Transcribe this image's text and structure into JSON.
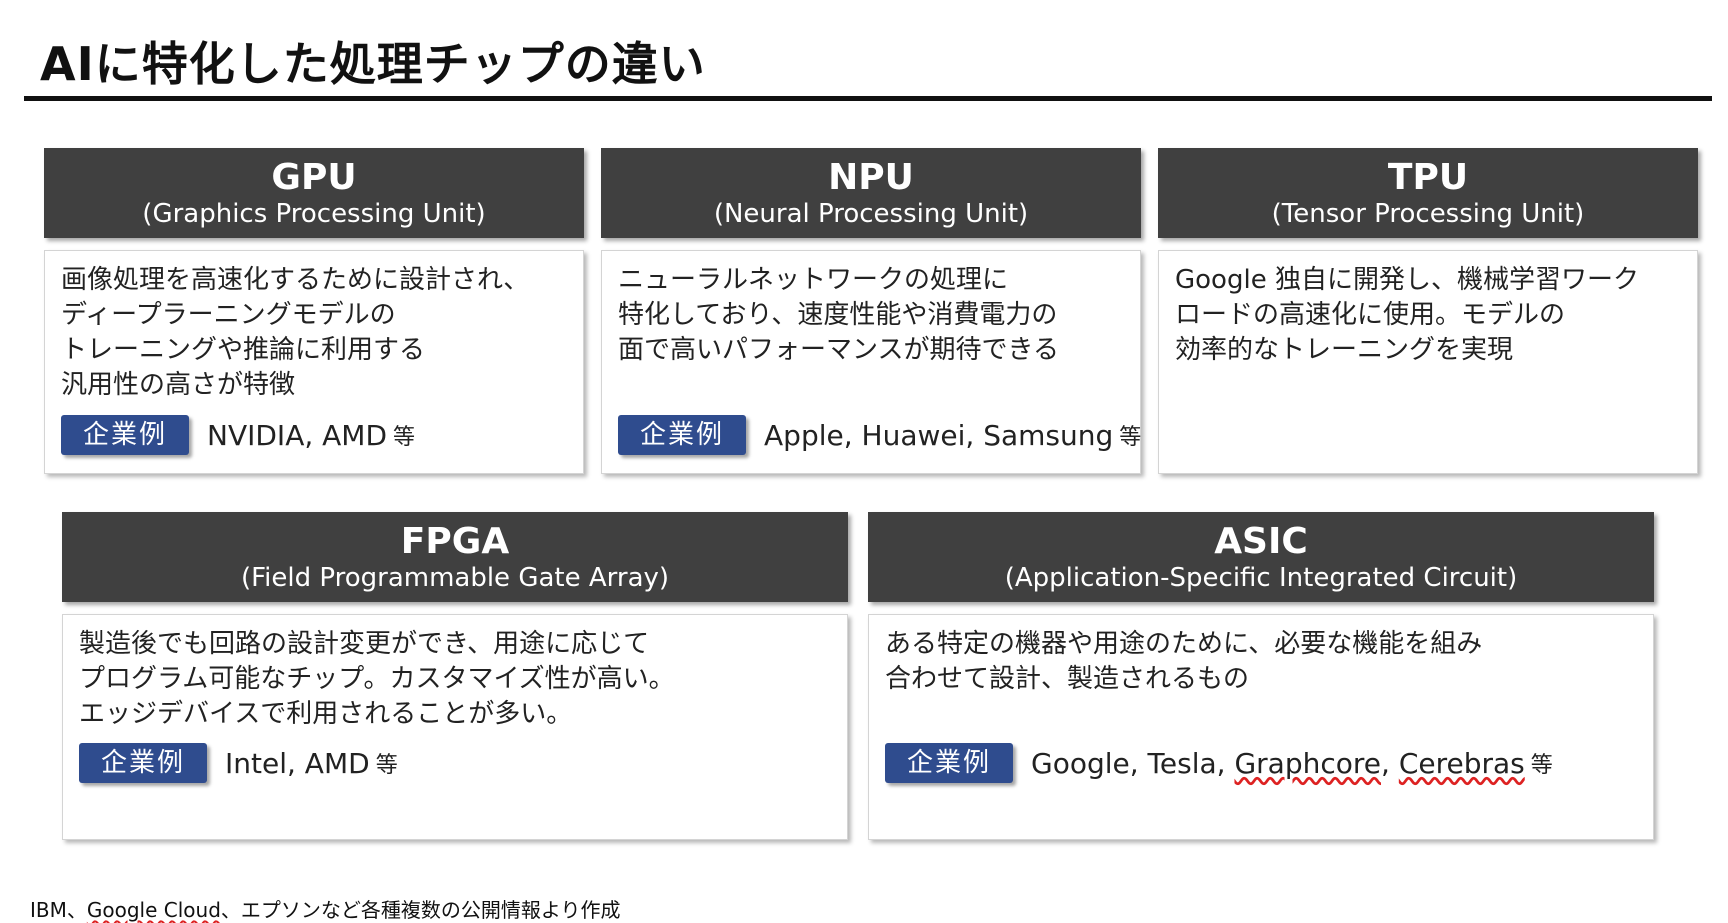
{
  "title": "AIに特化した処理チップの違い",
  "examples_label": "企業例",
  "examples_suffix": "等",
  "chips": {
    "gpu": {
      "name": "GPU",
      "full_name": "(Graphics Processing Unit)",
      "description": [
        "画像処理を高速化するために設計され、",
        "ディープラーニングモデルの",
        "トレーニングや推論に利用する",
        "汎用性の高さが特徴"
      ],
      "examples": "NVIDIA, AMD"
    },
    "npu": {
      "name": "NPU",
      "full_name": "(Neural Processing Unit)",
      "description": [
        "ニューラルネットワークの処理に",
        "特化しており、速度性能や消費電力の",
        "面で高いパフォーマンスが期待できる"
      ],
      "examples": "Apple, Huawei, Samsung"
    },
    "tpu": {
      "name": "TPU",
      "full_name": "(Tensor Processing Unit)",
      "description": [
        "Google 独自に開発し、機械学習ワーク",
        "ロードの高速化に使用。モデルの",
        "効率的なトレーニングを実現"
      ]
    },
    "fpga": {
      "name": "FPGA",
      "full_name": "(Field Programmable Gate Array)",
      "description": [
        "製造後でも回路の設計変更ができ、用途に応じて",
        "プログラム可能なチップ。カスタマイズ性が高い。",
        "エッジデバイスで利用されることが多い。"
      ],
      "examples": "Intel, AMD"
    },
    "asic": {
      "name": "ASIC",
      "full_name": "(Application-Specific Integrated Circuit)",
      "description": [
        "ある特定の機器や用途のために、必要な機能を組み",
        "合わせて設計、製造されるもの"
      ],
      "examples_parts": [
        "Google, Tesla, ",
        "Graphcore",
        ", ",
        "Cerebras"
      ]
    }
  },
  "footnote_parts": [
    "IBM、",
    "Google Cloud",
    "、エプソンなど各種複数の公開情報より作成"
  ]
}
